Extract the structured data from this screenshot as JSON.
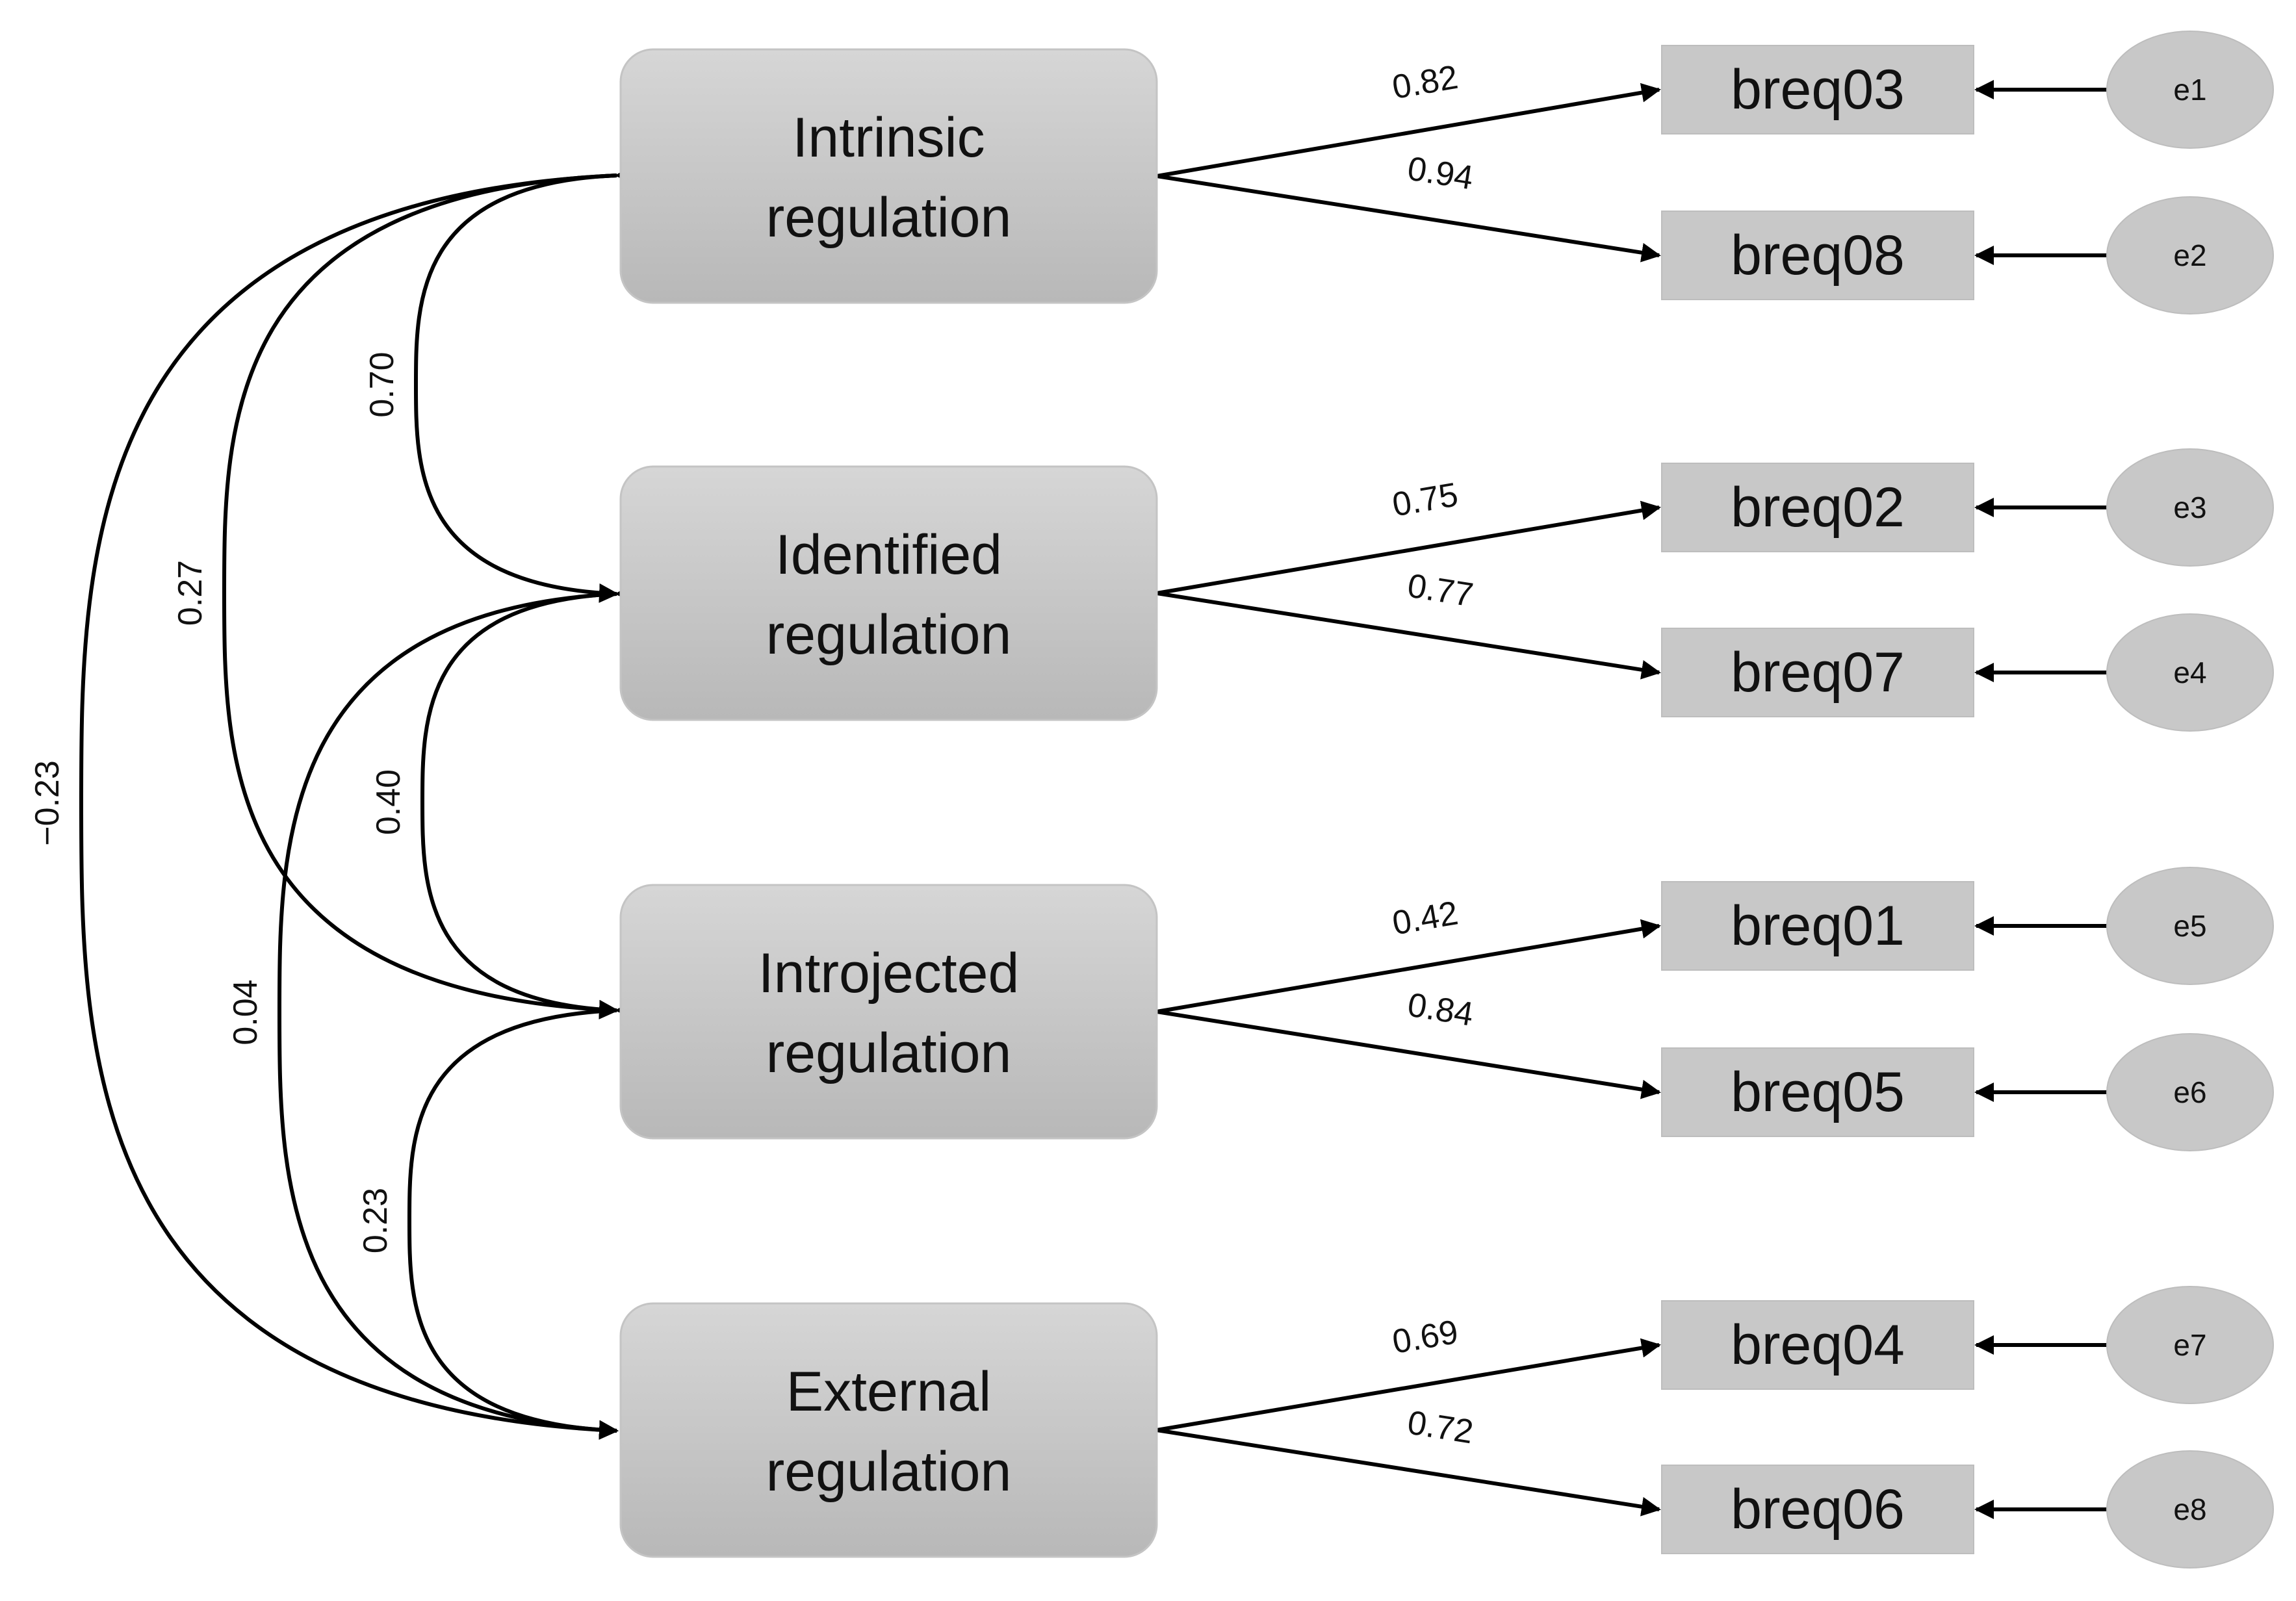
{
  "factors": [
    {
      "id": "intrinsic",
      "line1": "Intrinsic",
      "line2": "regulation"
    },
    {
      "id": "identified",
      "line1": "Identified",
      "line2": "regulation"
    },
    {
      "id": "introjected",
      "line1": "Introjected",
      "line2": "regulation"
    },
    {
      "id": "external",
      "line1": "External",
      "line2": "regulation"
    }
  ],
  "indicators": [
    {
      "label": "breq03",
      "factor": 0,
      "loading": "0.82",
      "error": "e1"
    },
    {
      "label": "breq08",
      "factor": 0,
      "loading": "0.94",
      "error": "e2"
    },
    {
      "label": "breq02",
      "factor": 1,
      "loading": "0.75",
      "error": "e3"
    },
    {
      "label": "breq07",
      "factor": 1,
      "loading": "0.77",
      "error": "e4"
    },
    {
      "label": "breq01",
      "factor": 2,
      "loading": "0.42",
      "error": "e5"
    },
    {
      "label": "breq05",
      "factor": 2,
      "loading": "0.84",
      "error": "e6"
    },
    {
      "label": "breq04",
      "factor": 3,
      "loading": "0.69",
      "error": "e7"
    },
    {
      "label": "breq06",
      "factor": 3,
      "loading": "0.72",
      "error": "e8"
    }
  ],
  "correlations": [
    {
      "from": 0,
      "to": 1,
      "value": "0.70"
    },
    {
      "from": 1,
      "to": 2,
      "value": "0.40"
    },
    {
      "from": 2,
      "to": 3,
      "value": "0.23"
    },
    {
      "from": 0,
      "to": 2,
      "value": "0.27"
    },
    {
      "from": 1,
      "to": 3,
      "value": "0.04"
    },
    {
      "from": 0,
      "to": 3,
      "value": "−0.23"
    }
  ],
  "colors": {
    "factor_fill_top": "#d6d6d6",
    "factor_fill_bottom": "#b8b8b8",
    "factor_stroke": "#c4c4c4",
    "indicator_fill": "#c8c8c8",
    "error_fill": "#c8c8c8",
    "line": "#000000"
  }
}
